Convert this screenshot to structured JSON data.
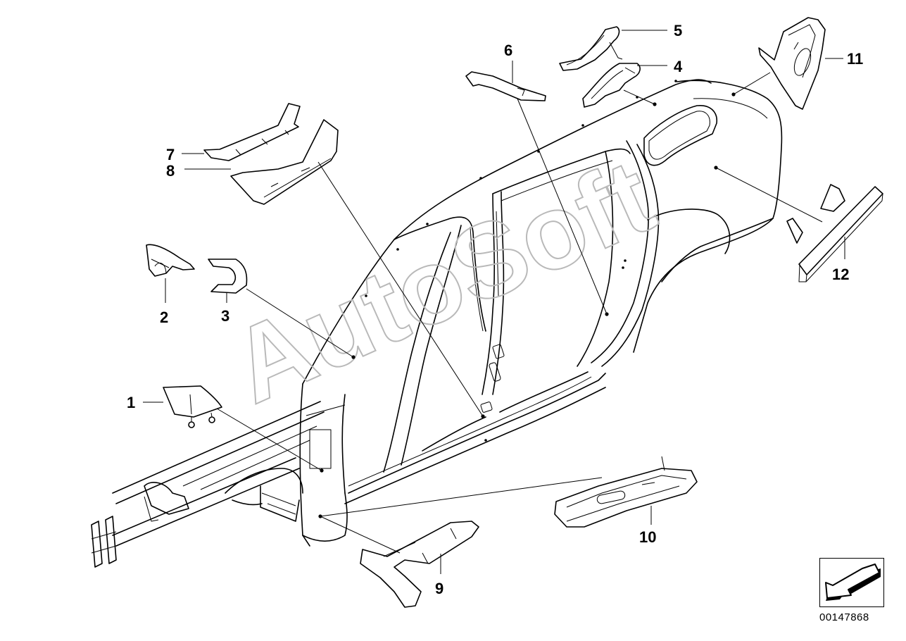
{
  "watermark": "AutoSoft",
  "catalog_number": "00147868",
  "callouts": [
    {
      "id": "1",
      "label": "1"
    },
    {
      "id": "2",
      "label": "2"
    },
    {
      "id": "3",
      "label": "3"
    },
    {
      "id": "4",
      "label": "4"
    },
    {
      "id": "5",
      "label": "5"
    },
    {
      "id": "6",
      "label": "6"
    },
    {
      "id": "7",
      "label": "7"
    },
    {
      "id": "8",
      "label": "8"
    },
    {
      "id": "9",
      "label": "9"
    },
    {
      "id": "10",
      "label": "10"
    },
    {
      "id": "11",
      "label": "11"
    },
    {
      "id": "12",
      "label": "12"
    }
  ],
  "icons": {
    "navigation": "arrow-back-icon"
  }
}
